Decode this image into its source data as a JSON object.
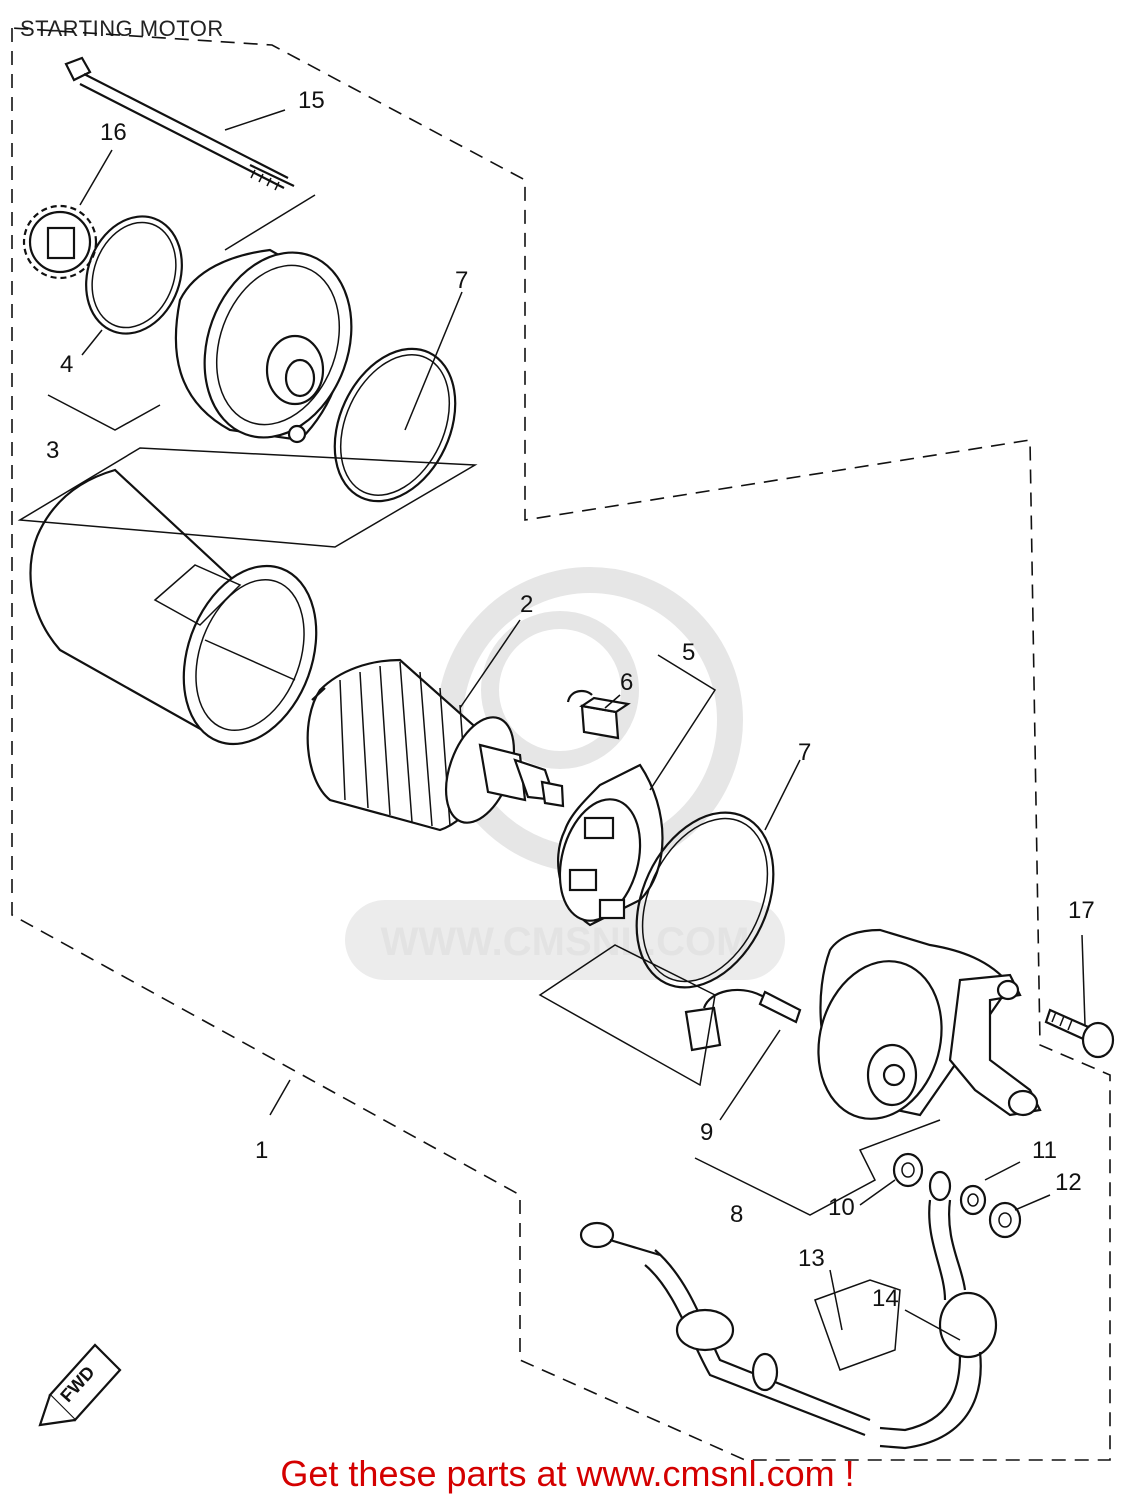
{
  "title": "STARTING MOTOR",
  "watermark": "WWW.CMSNL.COM",
  "footer": "Get these parts at www.cmsnl.com !",
  "fwd_label": "FWD",
  "callouts": {
    "c1": "1",
    "c2": "2",
    "c3": "3",
    "c4": "4",
    "c5": "5",
    "c6": "6",
    "c7a": "7",
    "c7b": "7",
    "c8": "8",
    "c9": "9",
    "c10": "10",
    "c11": "11",
    "c12": "12",
    "c13": "13",
    "c14": "14",
    "c15": "15",
    "c16": "16",
    "c17": "17"
  },
  "colors": {
    "footer": "#d40000",
    "line": "#111111",
    "watermark": "#e3e3e3"
  }
}
